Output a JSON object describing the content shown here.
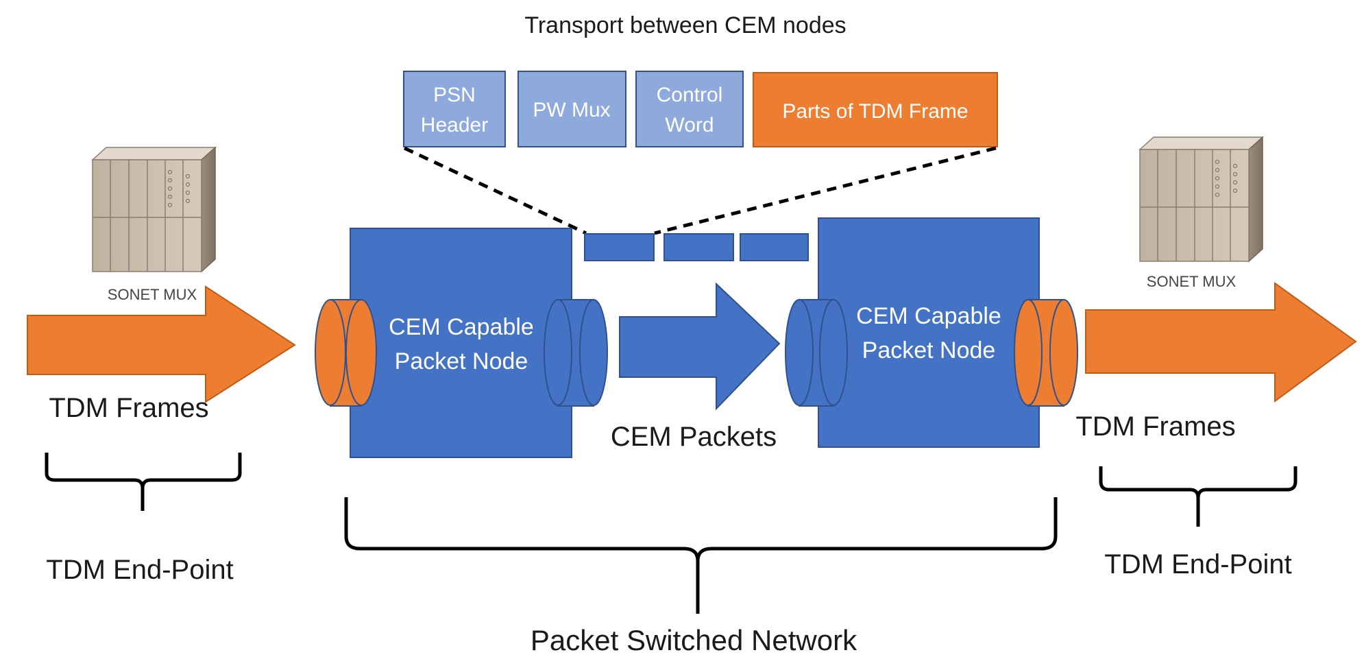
{
  "diagram": {
    "transport_title": "Transport between CEM nodes",
    "header_fields": [
      {
        "lines": [
          "PSN",
          "Header"
        ]
      },
      {
        "lines": [
          "PW Mux"
        ]
      },
      {
        "lines": [
          "Control",
          "Word"
        ]
      },
      {
        "lines": [
          "Parts of TDM Frame"
        ]
      }
    ],
    "sonet_mux_left": "SONET MUX",
    "sonet_mux_right": "SONET MUX",
    "node_left": [
      "CEM Capable",
      "Packet Node"
    ],
    "node_right": [
      "CEM Capable",
      "Packet Node"
    ],
    "tdm_frames_left": "TDM Frames",
    "tdm_frames_right": "TDM Frames",
    "cem_packets": "CEM Packets",
    "endpoint_left": "TDM End-Point",
    "endpoint_right": "TDM End-Point",
    "network_label": "Packet Switched Network"
  },
  "colors": {
    "orange": "#ED7D31",
    "blue": "#4472C4",
    "light_blue": "#8EA9DB",
    "dark_outline": "#2F528F",
    "rack_body": "#C9BBA9",
    "text": "#1a1a1a"
  },
  "icons": [
    "sonet-mux-icon"
  ]
}
